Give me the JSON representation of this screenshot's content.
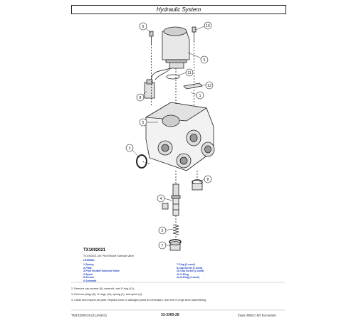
{
  "header": {
    "title": "Hydraulic System"
  },
  "callouts": [
    "9",
    "10",
    "6",
    "11",
    "12",
    "1",
    "8",
    "5",
    "3",
    "8",
    "4",
    "2",
    "7"
  ],
  "figure": {
    "id": "TX1092021",
    "caption": "TX1092021-UN: Pilot Shutoff Solenoid Valve",
    "legend_title": "LEGEND:",
    "legend_left": [
      "1-Spring",
      "2-Plate",
      "3-Pilot Shutoff Solenoid Valve",
      "4-Spool",
      "5-Screen",
      "6-Solenoid"
    ],
    "legend_right": [
      "7-Plug (2 used)",
      "8-Cap Screw (2 used)",
      "10-Cap Screw (2 used)",
      "11-O-Ring",
      "12-O-Ring (2 used)"
    ]
  },
  "steps": [
    "2.   Remove cap screws (8), solenoid, and O-ring (11).",
    "3.   Remove plugs (6), O-rings (12), spring (1), and spool (4).",
    "4.   Clean and inspect all parts. Replace worn or damaged parts as necessary. Use new O-rings when assembling."
  ],
  "footer": {
    "left": "TM13325X19 (21JAN21)",
    "center": "33-3360-28",
    "right": "Zaxis 380LC-6G Excavator"
  }
}
